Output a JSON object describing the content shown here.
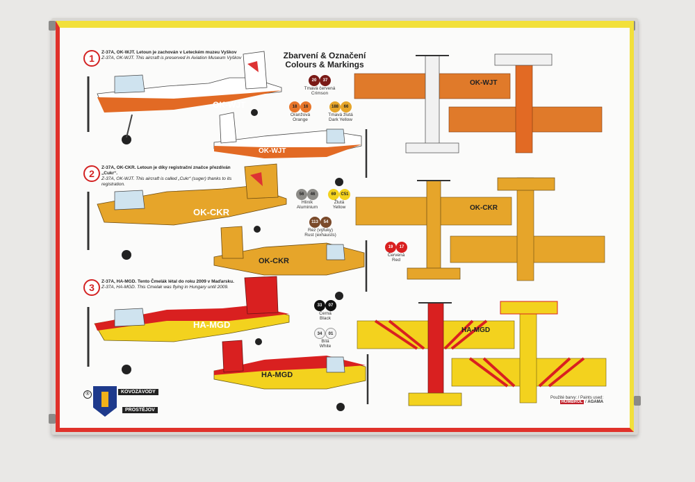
{
  "heading": {
    "cz": "Zbarvení & Označení",
    "en": "Colours & Markings"
  },
  "schemes": [
    {
      "number": "1",
      "title": "Z-37A, OK-WJT. Letoun je zachován v Leteckém muzeu Vyškov",
      "subtitle": "Z-37A, OK-WJT. This aircraft is preserved in Aviation Museum Vyškov",
      "reg": "OK-WJT"
    },
    {
      "number": "2",
      "title": "Z-37A, OK-CKR. Letoun je díky registrační značce přezdíván „Cukr“.",
      "subtitle": "Z-37A, OK-WJT. This aircraft is called „Cukr“ (suger) thanks to its registration.",
      "reg": "OK-CKR"
    },
    {
      "number": "3",
      "title": "Z-37A, HA-MGD. Tento Čmelák létal do roku 2009 v Maďarsku.",
      "subtitle": "Z-37A, HA-MGD. This Cmelak was flying in Hungary until 2009.",
      "reg": "HA-MGD"
    }
  ],
  "paints": [
    {
      "a": "20",
      "b": "37",
      "cz": "Tmavá červená",
      "en": "Crimson",
      "color": "#7a1a16",
      "text": "#fff"
    },
    {
      "a": "18",
      "b": "16",
      "cz": "Oranžová",
      "en": "Orange",
      "color": "#e8762a",
      "text": "#222"
    },
    {
      "a": "188",
      "b": "66",
      "cz": "Tmavá žlutá",
      "en": "Dark Yellow",
      "color": "#e6a52a",
      "text": "#222"
    },
    {
      "a": "56",
      "b": "46",
      "cz": "Hliník",
      "en": "Aluminium",
      "color": "#8d8c88",
      "text": "#222"
    },
    {
      "a": "69",
      "b": "C51",
      "cz": "Žlutá",
      "en": "Yellow",
      "color": "#f3d21e",
      "text": "#222"
    },
    {
      "a": "113",
      "b": "54",
      "cz": "Rez (výfuky)",
      "en": "Rust (exhausts)",
      "color": "#7a4a2a",
      "text": "#fff"
    },
    {
      "a": "19",
      "b": "17",
      "cz": "Červená",
      "en": "Red",
      "color": "#d92020",
      "text": "#fff"
    },
    {
      "a": "33",
      "b": "07",
      "cz": "Černá",
      "en": "Black",
      "color": "#111",
      "text": "#fff"
    },
    {
      "a": "34",
      "b": "01",
      "cz": "Bílá",
      "en": "White",
      "color": "#f4f4f4",
      "text": "#222"
    }
  ],
  "brand": {
    "line1": "KOVOZÁVODY",
    "line2": "PROSTĚJOV"
  },
  "paints_used": {
    "label": "Použité barvy: / Paints used:",
    "maker1": "HUMBROL",
    "maker2": "AGAMA"
  }
}
